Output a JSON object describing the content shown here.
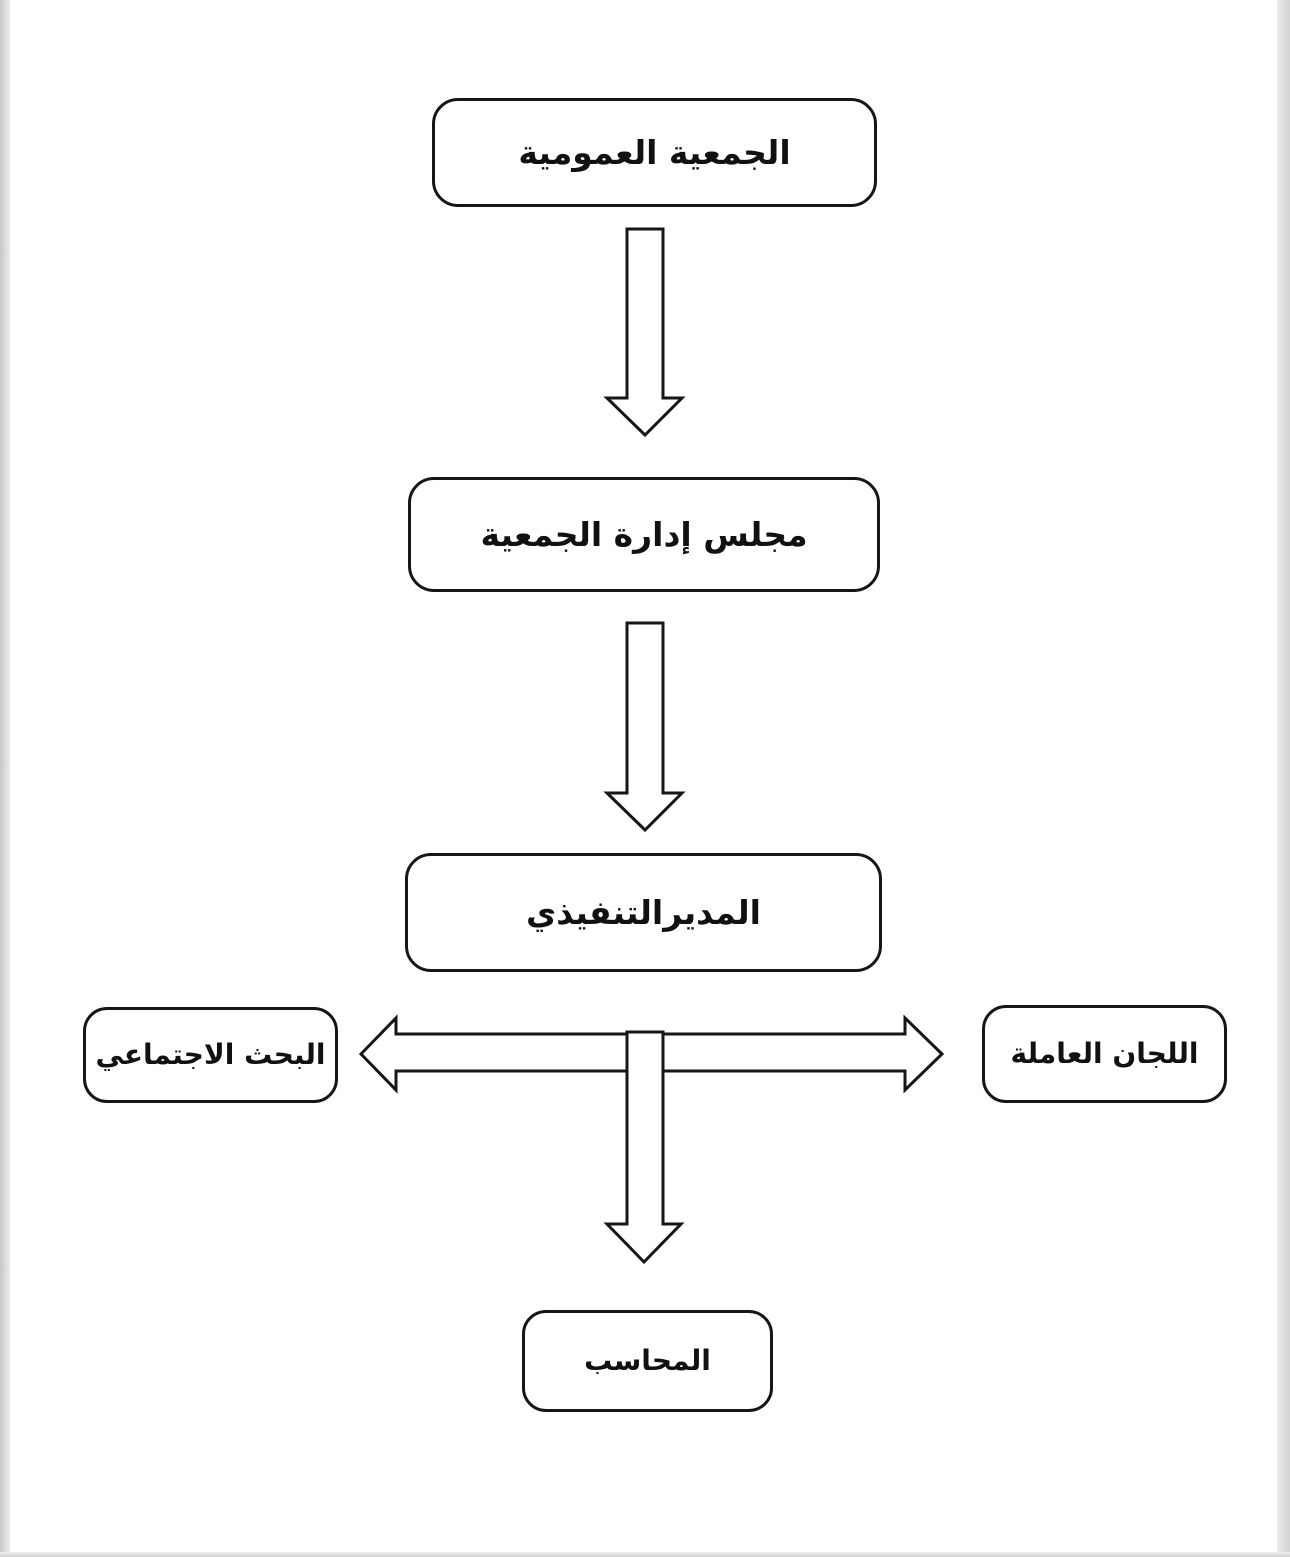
{
  "page": {
    "background": "#ffffff",
    "edge_color": "#d0d0d0",
    "line_color": "#161616",
    "text_color": "#111111"
  },
  "diagram": {
    "type": "org-chart",
    "direction": "rtl",
    "nodes": [
      {
        "id": "general-assembly",
        "label": "الجمعية العمومية"
      },
      {
        "id": "board-of-directors",
        "label": "مجلس إدارة الجمعية"
      },
      {
        "id": "executive-director",
        "label": "المديرالتنفيذي"
      },
      {
        "id": "social-research",
        "label": "البحث الاجتماعي"
      },
      {
        "id": "working-committees",
        "label": "اللجان العاملة"
      },
      {
        "id": "accountant",
        "label": "المحاسب"
      }
    ],
    "edges": [
      {
        "from": "general-assembly",
        "to": "board-of-directors",
        "style": "block-arrow-down"
      },
      {
        "from": "board-of-directors",
        "to": "executive-director",
        "style": "block-arrow-down"
      },
      {
        "from": "executive-director",
        "to": "social-research",
        "style": "block-arrow-double-horizontal",
        "also_to": "working-committees"
      },
      {
        "from": "executive-director",
        "to": "accountant",
        "style": "block-arrow-down"
      }
    ]
  }
}
